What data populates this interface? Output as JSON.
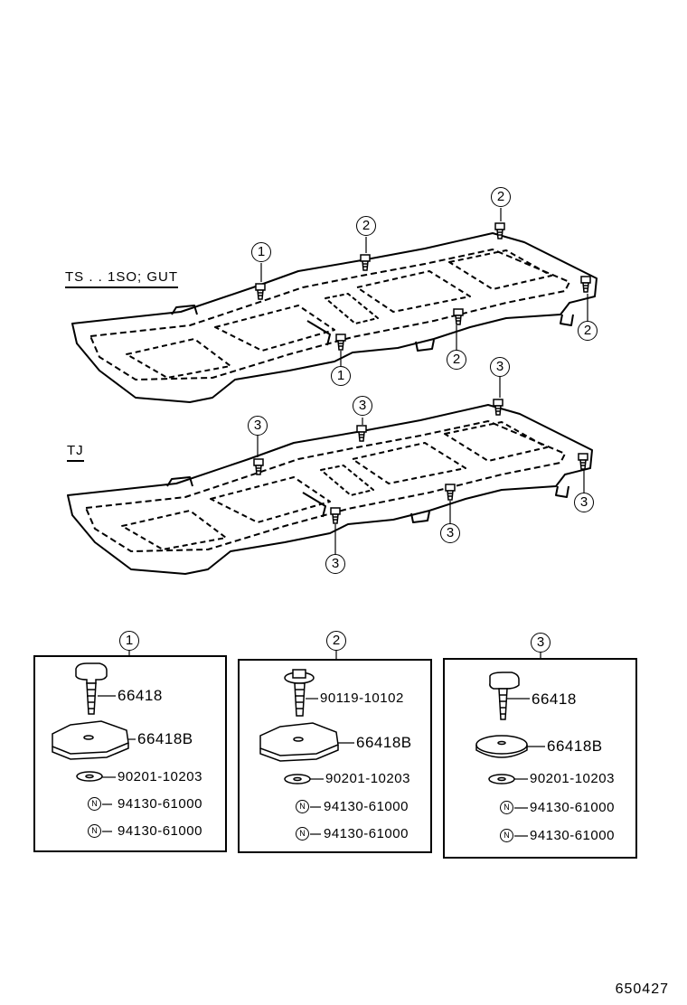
{
  "variants": {
    "upper": "TS . . 1SO; GUT",
    "lower": "TJ"
  },
  "callouts": {
    "one": "1",
    "two": "2",
    "three": "3"
  },
  "groups": [
    {
      "id": "1",
      "parts": [
        "66418",
        "66418B",
        "90201-10203",
        "94130-61000",
        "94130-61000"
      ]
    },
    {
      "id": "2",
      "parts": [
        "90119-10102",
        "66418B",
        "90201-10203",
        "94130-61000",
        "94130-61000"
      ]
    },
    {
      "id": "3",
      "parts": [
        "66418",
        "66418B",
        "90201-10203",
        "94130-61000",
        "94130-61000"
      ]
    }
  ],
  "n_symbol": "N",
  "figure_number": "650427"
}
